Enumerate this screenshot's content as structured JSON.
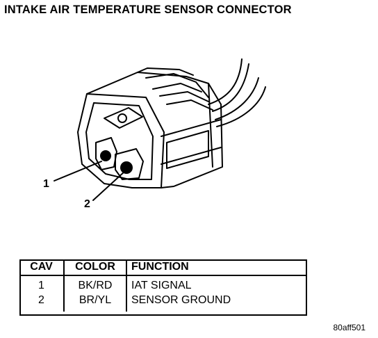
{
  "title": "INTAKE AIR TEMPERATURE SENSOR CONNECTOR",
  "callouts": [
    "1",
    "2"
  ],
  "table": {
    "headers": [
      "CAV",
      "COLOR",
      "FUNCTION"
    ],
    "rows": [
      {
        "cav": "1",
        "color": "BK/RD",
        "function": "IAT SIGNAL"
      },
      {
        "cav": "2",
        "color": "BR/YL",
        "function": "SENSOR GROUND"
      }
    ]
  },
  "figure_code": "80aff501"
}
